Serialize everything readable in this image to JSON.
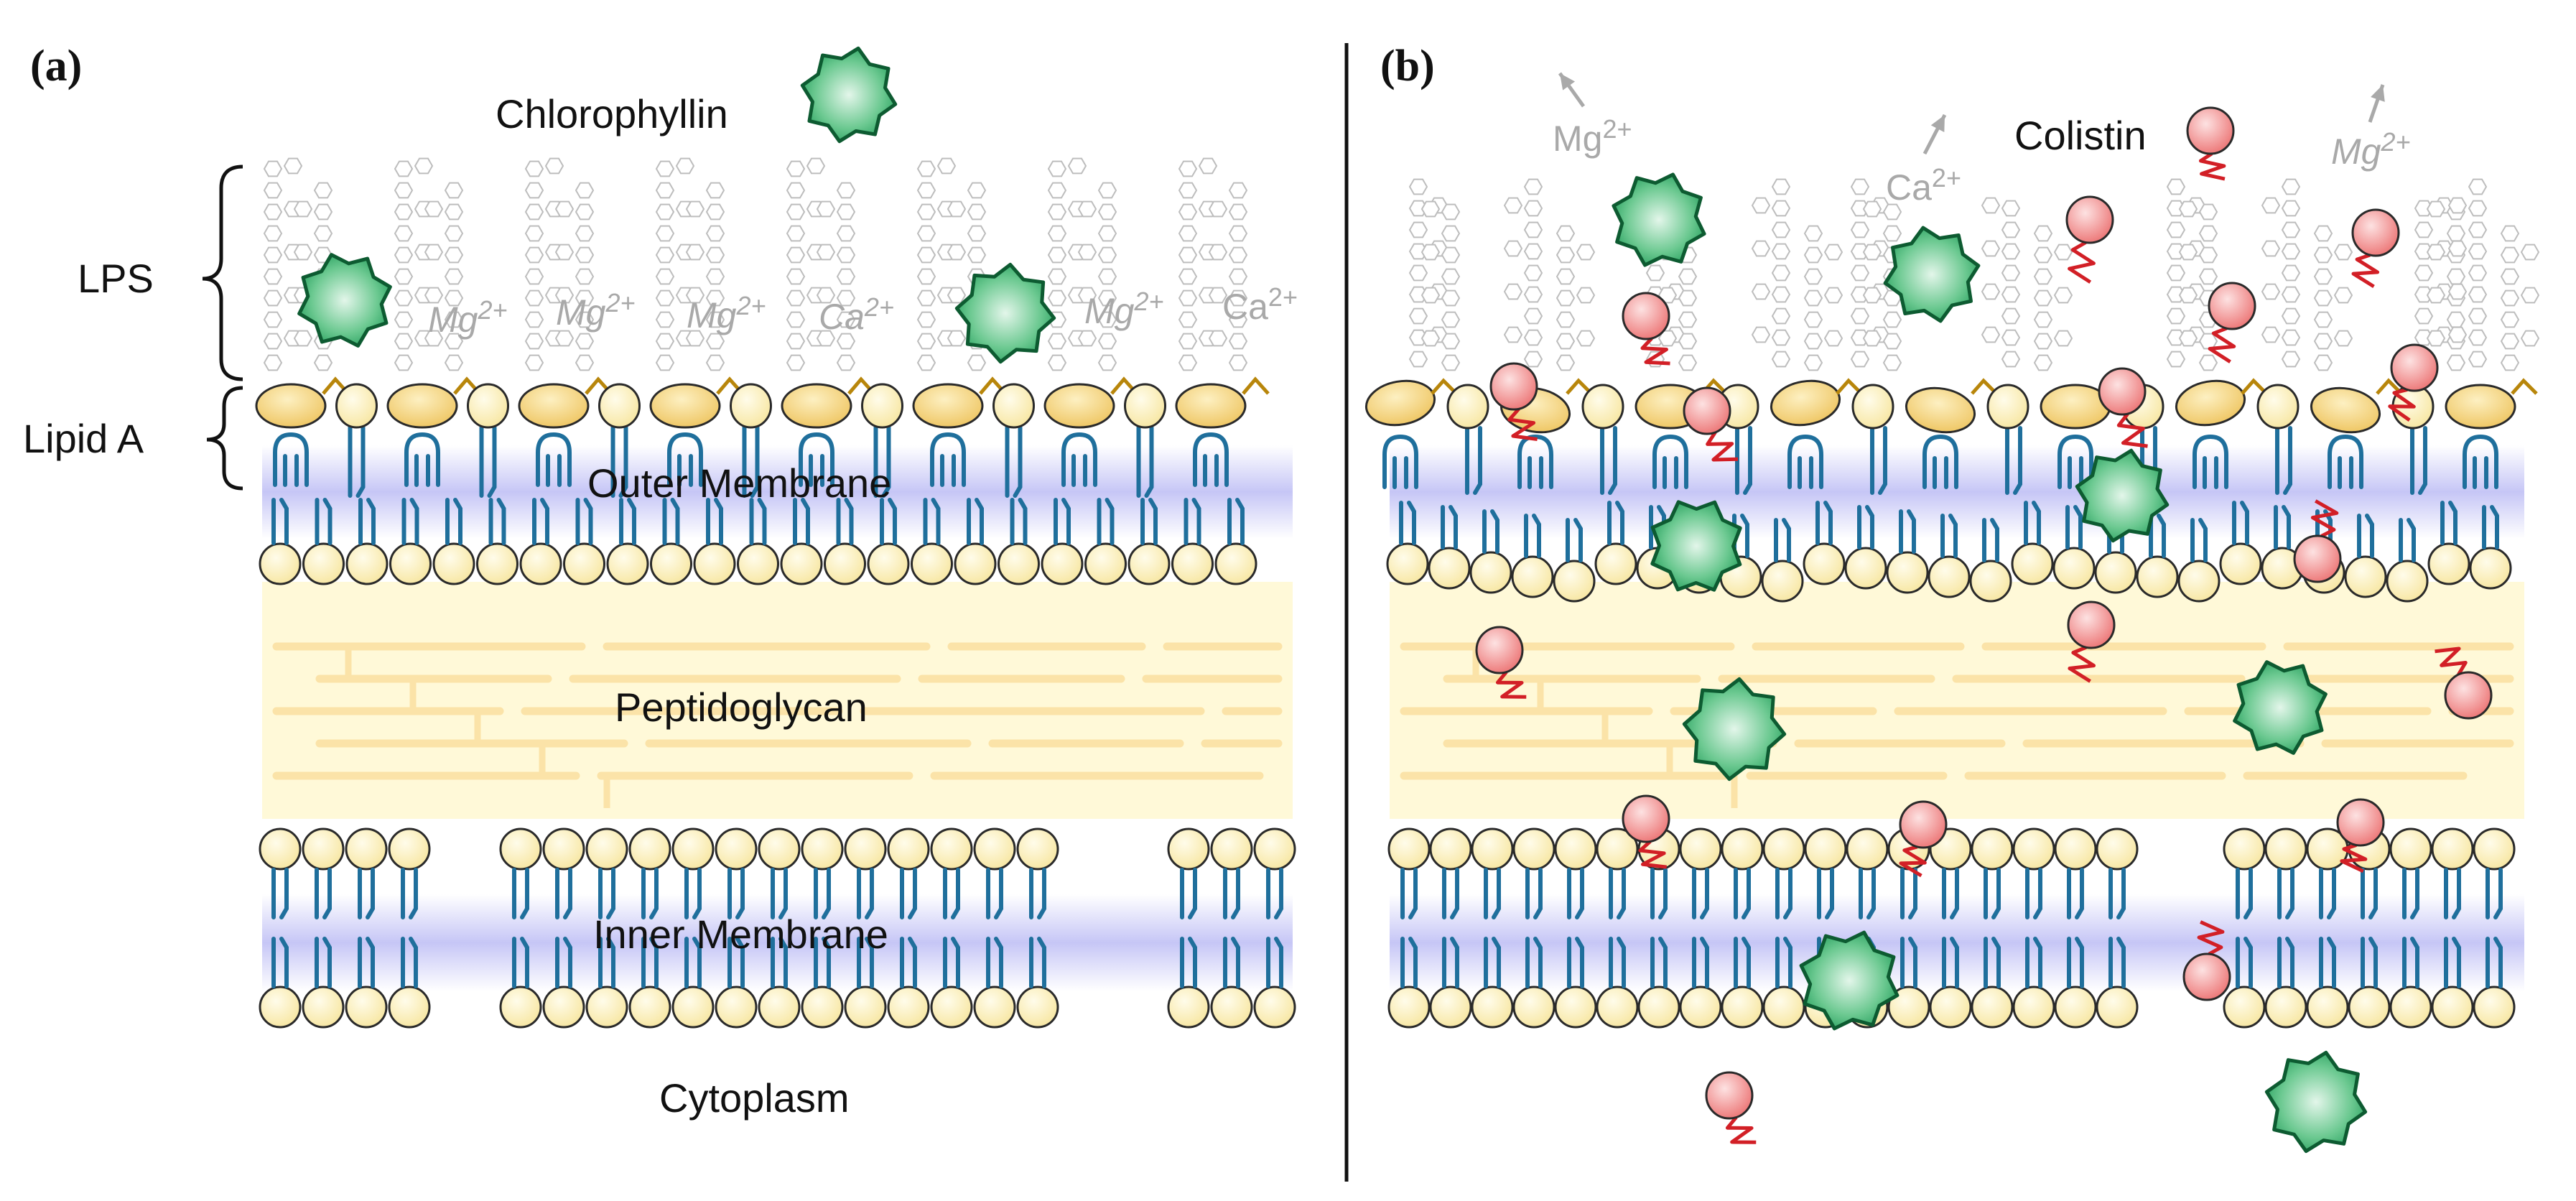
{
  "panels": {
    "a": {
      "label": "(a)"
    },
    "b": {
      "label": "(b)"
    }
  },
  "labels": {
    "chlorophyllin": "Chlorophyllin",
    "lps": "LPS",
    "lipid_a": "Lipid A",
    "outer_membrane": "Outer Membrane",
    "peptidoglycan": "Peptidoglycan",
    "inner_membrane": "Inner Membrane",
    "cytoplasm": "Cytoplasm",
    "colistin": "Colistin"
  },
  "ions_a": [
    "Mg2+",
    "Mg2+",
    "Mg2+",
    "Ca2+",
    "Mg2+",
    "Ca2+"
  ],
  "ions_b": [
    "Mg2+",
    "Ca2+",
    "Mg2+"
  ],
  "colors": {
    "head_yellow": "#fff2b3",
    "lipid_a_gold": "#f0c860",
    "tail_blue": "#1f6f9c",
    "membrane_lavender": "#c8c8f5",
    "peptidoglycan_fill": "#fff9d8",
    "peptidoglycan_lines": "#fbe3a8",
    "chlorophyllin_green": "#1e9a57",
    "colistin_red": "#f08686",
    "colistin_tail": "#d21f26",
    "lps_gray": "#b8b8b8"
  },
  "icons": [
    "chlorophyllin-icon",
    "colistin-icon",
    "lps-chain-icon",
    "ion-arrow-icon"
  ]
}
